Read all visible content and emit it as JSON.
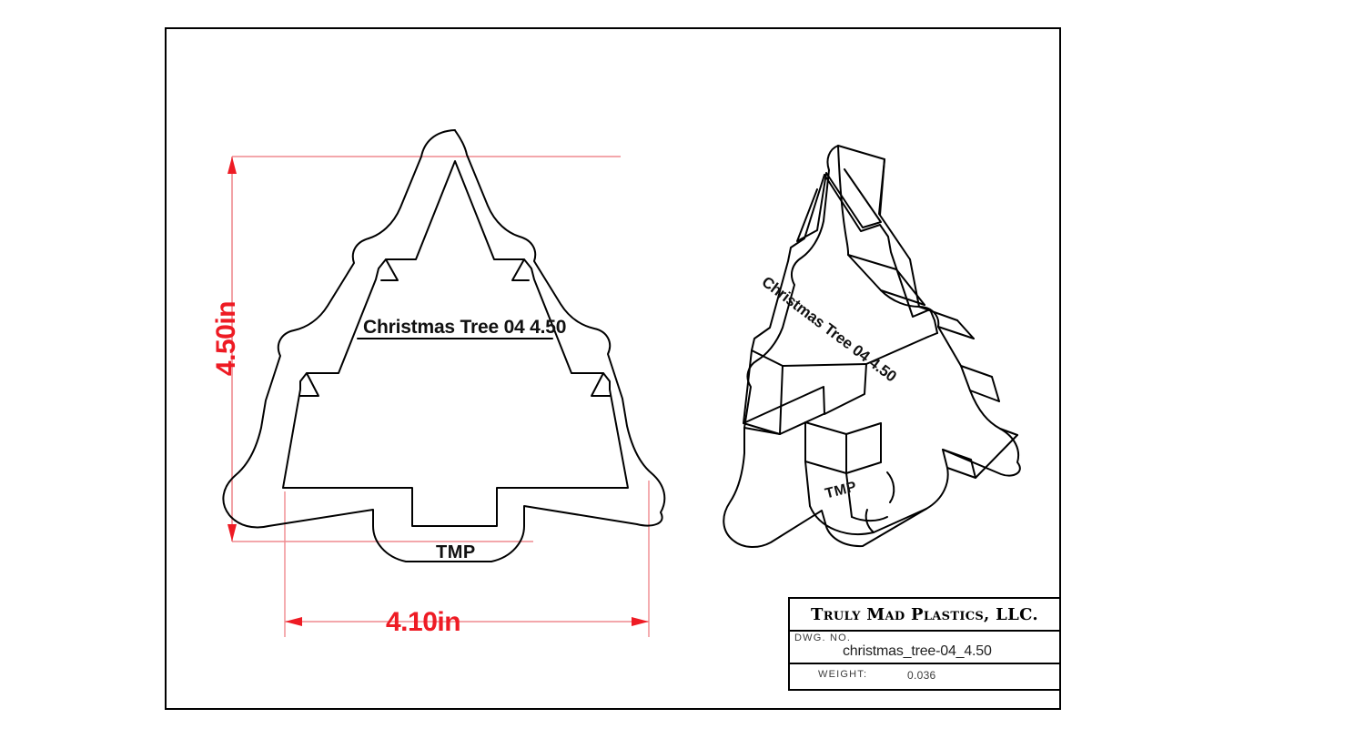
{
  "sheet": {
    "background": "#ffffff",
    "frame_color": "#000000"
  },
  "dimensions": {
    "color": "#ee1b24",
    "vertical": {
      "label": "4.50in",
      "value": 4.5,
      "unit": "in",
      "orientation": "vertical"
    },
    "horizontal": {
      "label": "4.10in",
      "value": 4.1,
      "unit": "in",
      "orientation": "horizontal"
    }
  },
  "front_view": {
    "part_name": "Christmas Tree 04 4.50",
    "tab_label": "TMP",
    "line_color": "#000000"
  },
  "iso_view": {
    "part_name": "Christmas Tree 04 4.50",
    "tab_label": "TMP",
    "line_color": "#000000"
  },
  "title_block": {
    "company": "Truly Mad Plastics, LLC.",
    "dwg_no_label": "DWG. NO.",
    "dwg_no_value": "christmas_tree-04_4.50",
    "weight_label": "WEIGHT:",
    "weight_value": "0.036"
  }
}
